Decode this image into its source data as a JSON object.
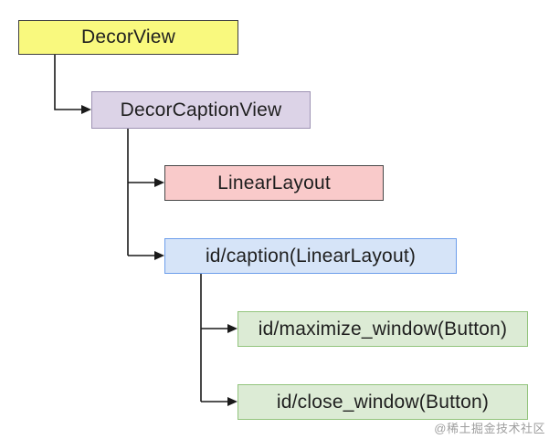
{
  "diagram": {
    "type": "tree",
    "nodes": [
      {
        "id": "decorview",
        "label": "DecorView",
        "fill": "#f9f97e",
        "border": "#3f3f3f"
      },
      {
        "id": "decorcaptionview",
        "label": "DecorCaptionView",
        "fill": "#dcd3e7",
        "border": "#9d92b3"
      },
      {
        "id": "linearlayout",
        "label": "LinearLayout",
        "fill": "#f9caca",
        "border": "#474747"
      },
      {
        "id": "caption",
        "label": "id/caption(LinearLayout)",
        "fill": "#d6e4f8",
        "border": "#6d9eeb"
      },
      {
        "id": "maximize",
        "label": "id/maximize_window(Button)",
        "fill": "#dcebd5",
        "border": "#93c47d"
      },
      {
        "id": "close",
        "label": "id/close_window(Button)",
        "fill": "#dcebd5",
        "border": "#93c47d"
      }
    ],
    "edges": [
      {
        "from": "decorview",
        "to": "decorcaptionview"
      },
      {
        "from": "decorcaptionview",
        "to": "linearlayout"
      },
      {
        "from": "decorcaptionview",
        "to": "caption"
      },
      {
        "from": "caption",
        "to": "maximize"
      },
      {
        "from": "caption",
        "to": "close"
      }
    ],
    "line_color": "#1a1a1a",
    "text_color": "#1f1f1f",
    "watermark": "@稀土掘金技术社区"
  }
}
